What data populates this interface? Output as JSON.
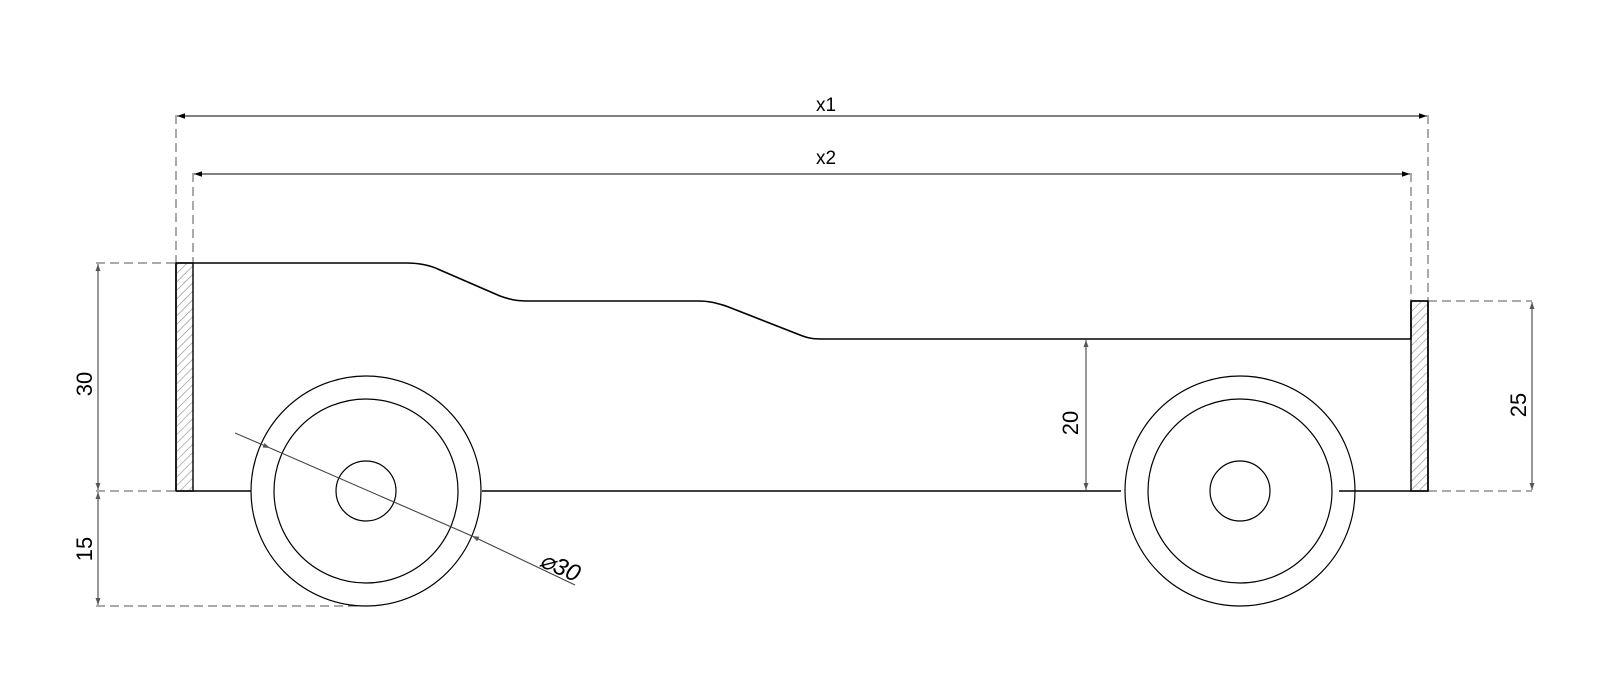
{
  "dimensions": {
    "x1": "x1",
    "x2": "x2",
    "height_left": "30",
    "height_right": "25",
    "height_mid": "20",
    "ground_clearance": "15",
    "wheel_diameter": "⌀30"
  }
}
